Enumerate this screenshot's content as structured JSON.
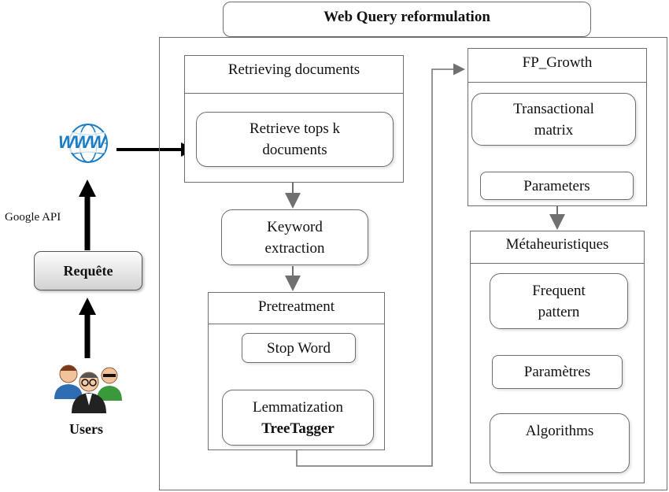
{
  "title": "Web Query reformulation",
  "left": {
    "www_icon_text": "WWW",
    "google_api": "Google API",
    "requete_button": "Requête",
    "users_label": "Users"
  },
  "retrieving": {
    "header": "Retrieving documents",
    "inner_line1": "Retrieve tops k",
    "inner_line2": "documents"
  },
  "keyword": {
    "line1": "Keyword",
    "line2": "extraction"
  },
  "pretreatment": {
    "header": "Pretreatment",
    "stop_word": "Stop Word",
    "lemmatization": "Lemmatization",
    "treetagger": "TreeTagger"
  },
  "fp_growth": {
    "header": "FP_Growth",
    "transactional_line1": "Transactional",
    "transactional_line2": "matrix",
    "parameters": "Parameters"
  },
  "metaheuristiques": {
    "header": "Métaheuristiques",
    "frequent_line1": "Frequent",
    "frequent_line2": "pattern",
    "parametres": "Paramètres",
    "algorithms": "Algorithms"
  },
  "colors": {
    "border": "#6d6d6d",
    "arrow_gray": "#707070",
    "arrow_black": "#000000",
    "www_blue": "#1a7cc4"
  }
}
